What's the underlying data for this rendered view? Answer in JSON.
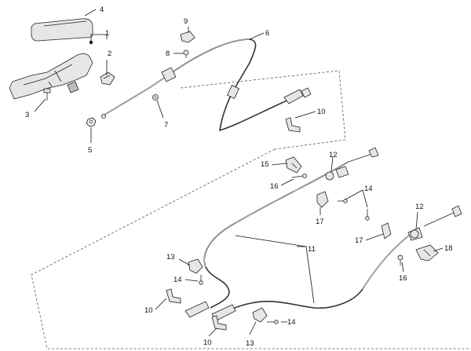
{
  "diagram": {
    "callouts": [
      {
        "id": "c4",
        "text": "4"
      },
      {
        "id": "c1",
        "text": "1"
      },
      {
        "id": "c2",
        "text": "2"
      },
      {
        "id": "c3",
        "text": "3"
      },
      {
        "id": "c5",
        "text": "5"
      },
      {
        "id": "c9",
        "text": "9"
      },
      {
        "id": "c8",
        "text": "8"
      },
      {
        "id": "c6",
        "text": "6"
      },
      {
        "id": "c7",
        "text": "7"
      },
      {
        "id": "c10a",
        "text": "10"
      },
      {
        "id": "c12a",
        "text": "12"
      },
      {
        "id": "c15",
        "text": "15"
      },
      {
        "id": "c16a",
        "text": "16"
      },
      {
        "id": "c14a",
        "text": "14"
      },
      {
        "id": "c17a",
        "text": "17"
      },
      {
        "id": "c12b",
        "text": "12"
      },
      {
        "id": "c17b",
        "text": "17"
      },
      {
        "id": "c18",
        "text": "18"
      },
      {
        "id": "c16b",
        "text": "16"
      },
      {
        "id": "c11",
        "text": "11"
      },
      {
        "id": "c13a",
        "text": "13"
      },
      {
        "id": "c14b",
        "text": "14"
      },
      {
        "id": "c10b",
        "text": "10"
      },
      {
        "id": "c10c",
        "text": "10"
      },
      {
        "id": "c13b",
        "text": "13"
      },
      {
        "id": "c14c",
        "text": "14"
      }
    ]
  }
}
